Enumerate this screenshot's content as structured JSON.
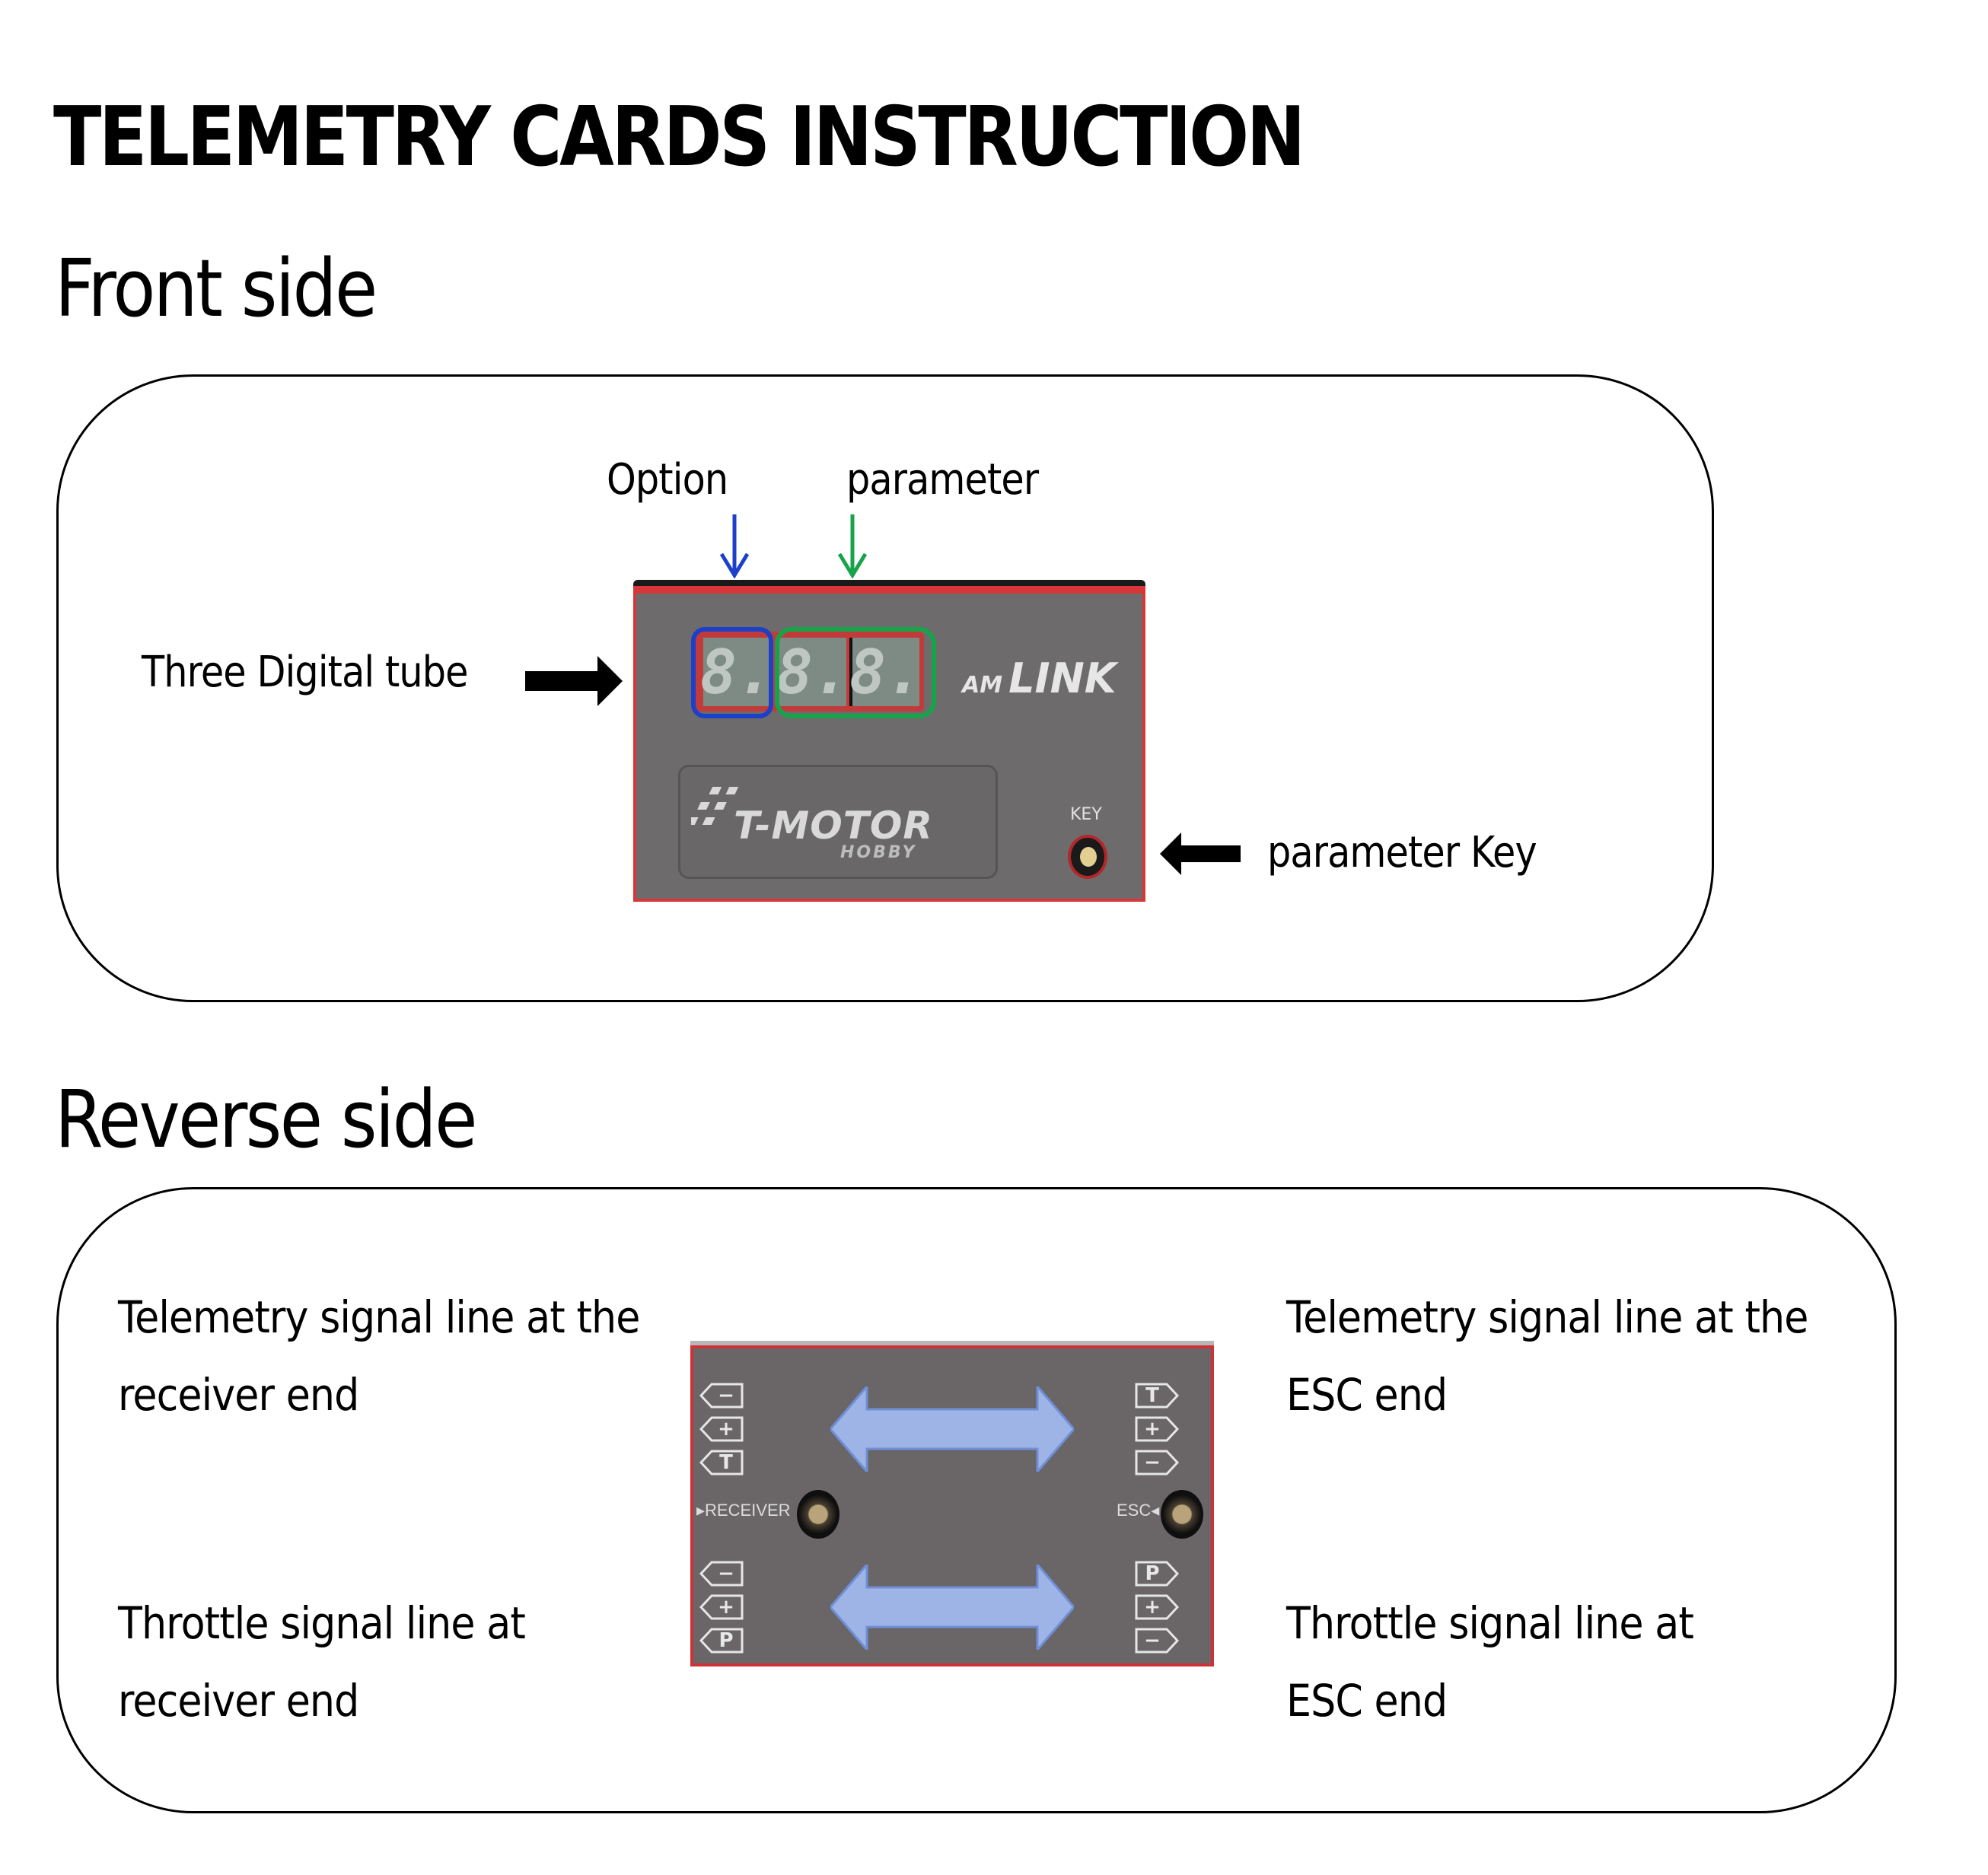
{
  "title": "TELEMETRY CARDS INSTRUCTION",
  "front": {
    "heading": "Front side",
    "labels": {
      "option": "Option",
      "parameter": "parameter",
      "digital_tube": "Three Digital tube",
      "parameter_key": "parameter Key"
    },
    "card": {
      "digits": [
        "8.",
        "8.",
        "8."
      ],
      "brand_prefix": "AM",
      "brand": "LINK",
      "logo": "T-MOTOR",
      "logo_sub": "HOBBY",
      "key_label": "KEY"
    },
    "colors": {
      "option_arrow": "#1d40c9",
      "parameter_arrow": "#17a34a",
      "card_body": "#6e6b6d",
      "card_edge": "#d8373a"
    }
  },
  "reverse": {
    "heading": "Reverse side",
    "labels": {
      "telemetry_receiver": [
        "Telemetry signal line at the",
        "receiver end"
      ],
      "telemetry_esc": [
        "Telemetry signal line at the",
        "ESC end"
      ],
      "throttle_receiver": [
        "Throttle signal line at",
        "receiver end"
      ],
      "throttle_esc": [
        "Throttle signal line at",
        "ESC end"
      ]
    },
    "card": {
      "left_top_pins": [
        "−",
        "+",
        "T"
      ],
      "left_bottom_pins": [
        "−",
        "+",
        "P"
      ],
      "right_top_pins": [
        "T",
        "+",
        "−"
      ],
      "right_bottom_pins": [
        "P",
        "+",
        "−"
      ],
      "receiver_label": "▸RECEIVER",
      "esc_label": "ESC◂"
    },
    "colors": {
      "link_arrow": "#9fb4e6",
      "card_body": "#6a6567",
      "card_edge": "#cf3236"
    }
  }
}
